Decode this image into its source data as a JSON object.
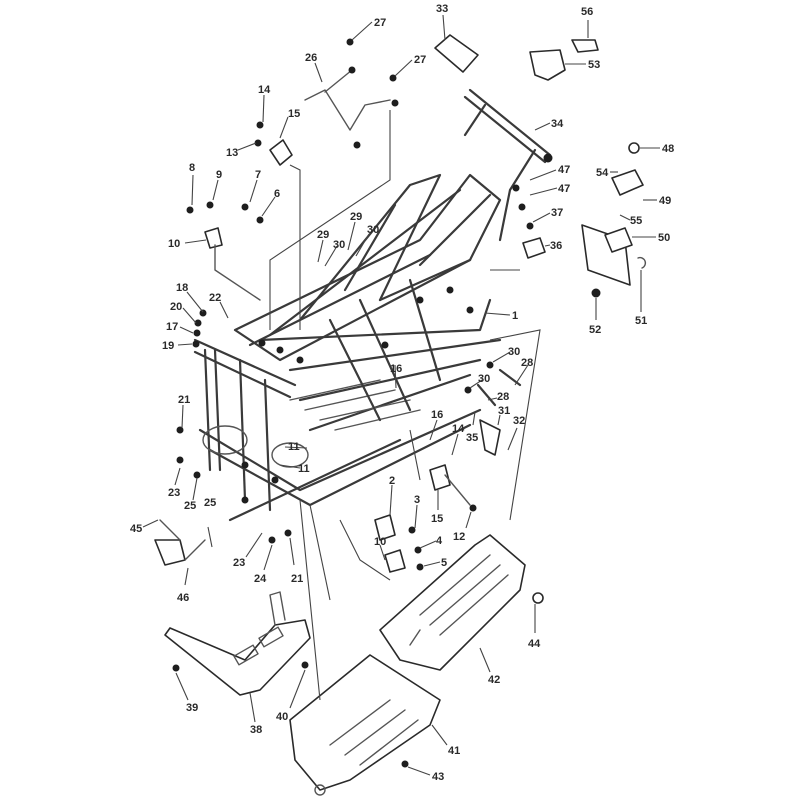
{
  "diagram": {
    "title": "Frame exploded parts diagram",
    "type": "exploded-view",
    "colors": {
      "line": "#3a3a3a",
      "background": "#ffffff"
    },
    "callouts": [
      {
        "id": "c27a",
        "label": "27"
      },
      {
        "id": "c33",
        "label": "33"
      },
      {
        "id": "c56",
        "label": "56"
      },
      {
        "id": "c26",
        "label": "26"
      },
      {
        "id": "c27b",
        "label": "27"
      },
      {
        "id": "c53",
        "label": "53"
      },
      {
        "id": "c14a",
        "label": "14"
      },
      {
        "id": "c15a",
        "label": "15"
      },
      {
        "id": "c34",
        "label": "34"
      },
      {
        "id": "c48",
        "label": "48"
      },
      {
        "id": "c13",
        "label": "13"
      },
      {
        "id": "c47a",
        "label": "47"
      },
      {
        "id": "c54",
        "label": "54"
      },
      {
        "id": "c8",
        "label": "8"
      },
      {
        "id": "c9",
        "label": "9"
      },
      {
        "id": "c7",
        "label": "7"
      },
      {
        "id": "c6",
        "label": "6"
      },
      {
        "id": "c47b",
        "label": "47"
      },
      {
        "id": "c49",
        "label": "49"
      },
      {
        "id": "c37",
        "label": "37"
      },
      {
        "id": "c55",
        "label": "55"
      },
      {
        "id": "c29a",
        "label": "29"
      },
      {
        "id": "c30a",
        "label": "30"
      },
      {
        "id": "c29b",
        "label": "29"
      },
      {
        "id": "c30b",
        "label": "30"
      },
      {
        "id": "c10a",
        "label": "10"
      },
      {
        "id": "c36",
        "label": "36"
      },
      {
        "id": "c50",
        "label": "50"
      },
      {
        "id": "c18",
        "label": "18"
      },
      {
        "id": "c22a",
        "label": "22"
      },
      {
        "id": "c20",
        "label": "20"
      },
      {
        "id": "c17",
        "label": "17"
      },
      {
        "id": "c19",
        "label": "19"
      },
      {
        "id": "c1",
        "label": "1"
      },
      {
        "id": "c52",
        "label": "52"
      },
      {
        "id": "c51",
        "label": "51"
      },
      {
        "id": "c30c",
        "label": "30"
      },
      {
        "id": "c28a",
        "label": "28"
      },
      {
        "id": "c30d",
        "label": "30"
      },
      {
        "id": "c16a",
        "label": "16"
      },
      {
        "id": "c28b",
        "label": "28"
      },
      {
        "id": "c31",
        "label": "31"
      },
      {
        "id": "c21a",
        "label": "21"
      },
      {
        "id": "c16b",
        "label": "16"
      },
      {
        "id": "c14b",
        "label": "14"
      },
      {
        "id": "c35",
        "label": "35"
      },
      {
        "id": "c32",
        "label": "32"
      },
      {
        "id": "c11a",
        "label": "11"
      },
      {
        "id": "c11b",
        "label": "11"
      },
      {
        "id": "c23a",
        "label": "23"
      },
      {
        "id": "c2",
        "label": "2"
      },
      {
        "id": "c25a",
        "label": "25"
      },
      {
        "id": "c15b",
        "label": "15"
      },
      {
        "id": "c3",
        "label": "3"
      },
      {
        "id": "c12",
        "label": "12"
      },
      {
        "id": "c45",
        "label": "45"
      },
      {
        "id": "c4",
        "label": "4"
      },
      {
        "id": "c23b",
        "label": "23"
      },
      {
        "id": "c25b",
        "label": "25"
      },
      {
        "id": "c24",
        "label": "24"
      },
      {
        "id": "c21b",
        "label": "21"
      },
      {
        "id": "c5",
        "label": "5"
      },
      {
        "id": "c10b",
        "label": "10"
      },
      {
        "id": "c46",
        "label": "46"
      },
      {
        "id": "c44",
        "label": "44"
      },
      {
        "id": "c42",
        "label": "42"
      },
      {
        "id": "c39",
        "label": "39"
      },
      {
        "id": "c38",
        "label": "38"
      },
      {
        "id": "c40",
        "label": "40"
      },
      {
        "id": "c41",
        "label": "41"
      },
      {
        "id": "c43",
        "label": "43"
      }
    ]
  }
}
